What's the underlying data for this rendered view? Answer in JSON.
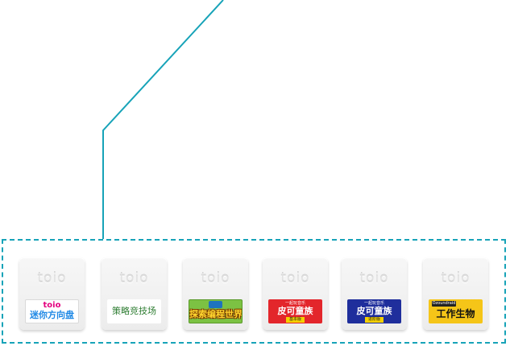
{
  "logo_text": "toio",
  "accent_color": "#17a3b8",
  "cartridges": [
    {
      "brand": "toio",
      "title": "迷你方向盘",
      "label_color": "#ffffff"
    },
    {
      "title": "策略竞技场",
      "label_color": "#ffffff"
    },
    {
      "title": "探索编程世界",
      "label_color": "#7cc243"
    },
    {
      "subtitle": "一起玩音乐",
      "title": "皮可童族",
      "tag": "基本版",
      "label_color": "#e3262b"
    },
    {
      "subtitle": "一起玩音乐",
      "title": "皮可童族",
      "tag": "进阶版",
      "label_color": "#1f2e9c"
    },
    {
      "subtitle": "Ozoundraid",
      "title": "工作生物",
      "label_color": "#f5c518"
    }
  ]
}
